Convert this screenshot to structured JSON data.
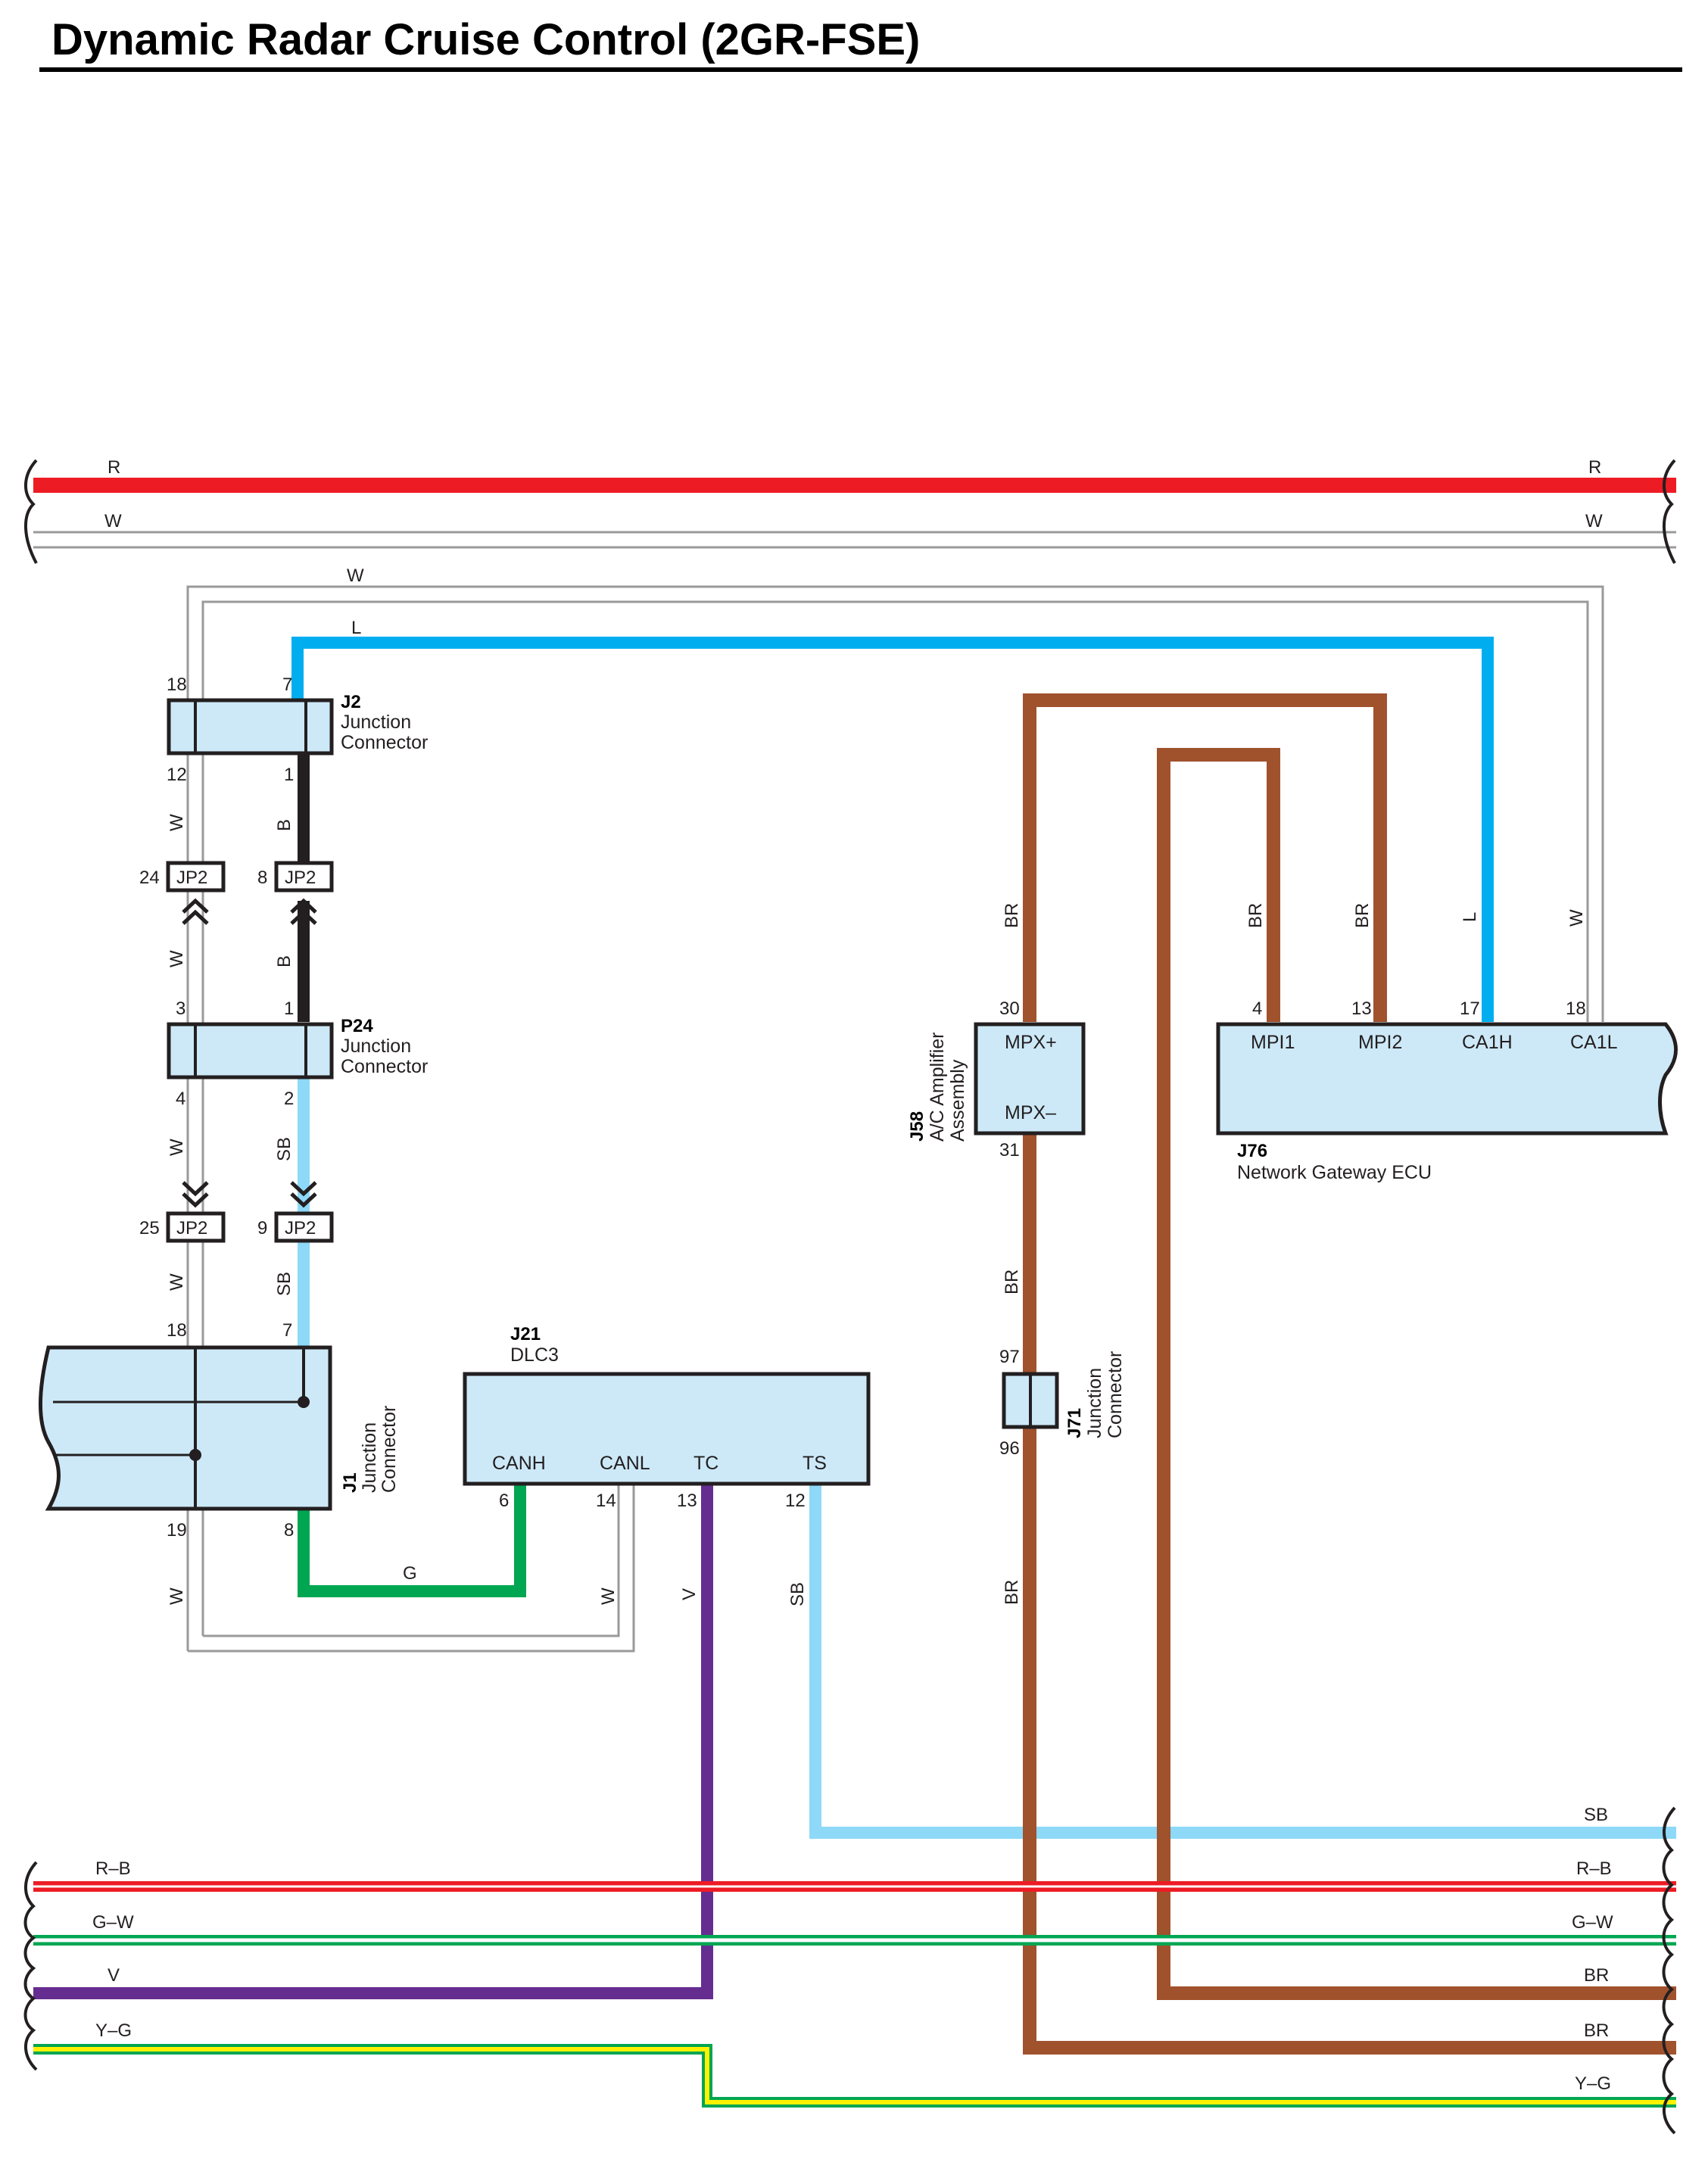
{
  "title": "Dynamic Radar Cruise Control (2GR-FSE)",
  "colors": {
    "R": "#ed1c24",
    "L": "#00aeef",
    "B": "#231f20",
    "SB": "#8ed8f8",
    "G": "#00a651",
    "V": "#662d91",
    "BR": "#a0522d",
    "W": "#ffffff",
    "R-B": "#ed1c24",
    "G-W": "#00a651",
    "Y-G": "#fff200",
    "box_fill": "#cde9f8"
  },
  "bus_top": {
    "R": "R",
    "W": "W"
  },
  "bus_bottom": {
    "SB": "SB",
    "RB": "R–B",
    "GW": "G–W",
    "V": "V",
    "BR1": "BR",
    "BR2": "BR",
    "YG": "Y–G"
  },
  "wires": {
    "w_outer": "W",
    "l_top": "L",
    "b": "B",
    "w": "W",
    "sb": "SB",
    "g": "G",
    "v": "V",
    "br": "BR"
  },
  "connectors": {
    "j2": {
      "id": "J2",
      "name1": "Junction",
      "name2": "Connector",
      "pins": {
        "p18": "18",
        "p7": "7",
        "p12": "12",
        "p1": "1"
      }
    },
    "jp2a": {
      "id": "JP2",
      "pin_left": "24"
    },
    "jp2b": {
      "id": "JP2",
      "pin_left": "8"
    },
    "p24": {
      "id": "P24",
      "name1": "Junction",
      "name2": "Connector",
      "pins": {
        "p3": "3",
        "p1": "1",
        "p4": "4",
        "p2": "2"
      }
    },
    "jp2c": {
      "id": "JP2",
      "pin_left": "25"
    },
    "jp2d": {
      "id": "JP2",
      "pin_left": "9"
    },
    "j1": {
      "id": "J1",
      "name1": "Junction",
      "name2": "Connector",
      "pins": {
        "p18": "18",
        "p7": "7",
        "p19": "19",
        "p8": "8"
      }
    },
    "j21": {
      "id": "J21",
      "name": "DLC3",
      "terms": {
        "canh": "CANH",
        "canl": "CANL",
        "tc": "TC",
        "ts": "TS"
      },
      "pins": {
        "p6": "6",
        "p14": "14",
        "p13": "13",
        "p12": "12"
      }
    },
    "j58": {
      "id": "J58",
      "name1": "A/C Amplifier",
      "name2": "Assembly",
      "terms": {
        "mpxp": "MPX+",
        "mpxm": "MPX–"
      },
      "pins": {
        "p30": "30",
        "p31": "31"
      }
    },
    "j71": {
      "id": "J71",
      "name1": "Junction",
      "name2": "Connector",
      "pins": {
        "p97": "97",
        "p96": "96"
      }
    },
    "j76": {
      "id": "J76",
      "name": "Network Gateway ECU",
      "terms": {
        "mpi1": "MPI1",
        "mpi2": "MPI2",
        "ca1h": "CA1H",
        "ca1l": "CA1L"
      },
      "pins": {
        "p4": "4",
        "p13": "13",
        "p17": "17",
        "p18": "18"
      }
    }
  }
}
